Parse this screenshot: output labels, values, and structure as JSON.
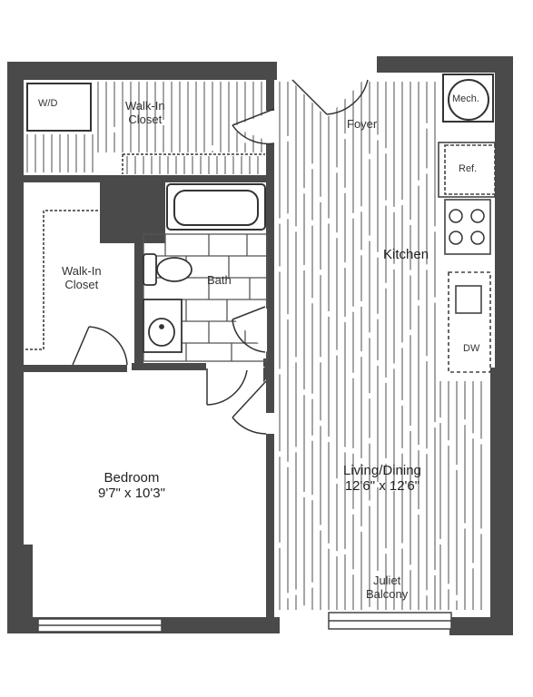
{
  "rooms": {
    "wd": "W/D",
    "walkin_closet_top": [
      "Walk-In",
      "Closet"
    ],
    "foyer": "Foyer",
    "mech": "Mech.",
    "ref": "Ref.",
    "kitchen": "Kitchen",
    "bath": "Bath",
    "walkin_closet_left": [
      "Walk-In",
      "Closet"
    ],
    "dw": "DW",
    "bedroom": {
      "name": "Bedroom",
      "dims": "9'7\" x 10'3\""
    },
    "living": {
      "name": "Living/Dining",
      "dims": "12'6\" x 12'6\""
    },
    "balcony": [
      "Juliet",
      "Balcony"
    ]
  },
  "colors": {
    "wall": "#4a4a4a",
    "floor_line": "#6a6a6a",
    "background": "#ffffff"
  }
}
